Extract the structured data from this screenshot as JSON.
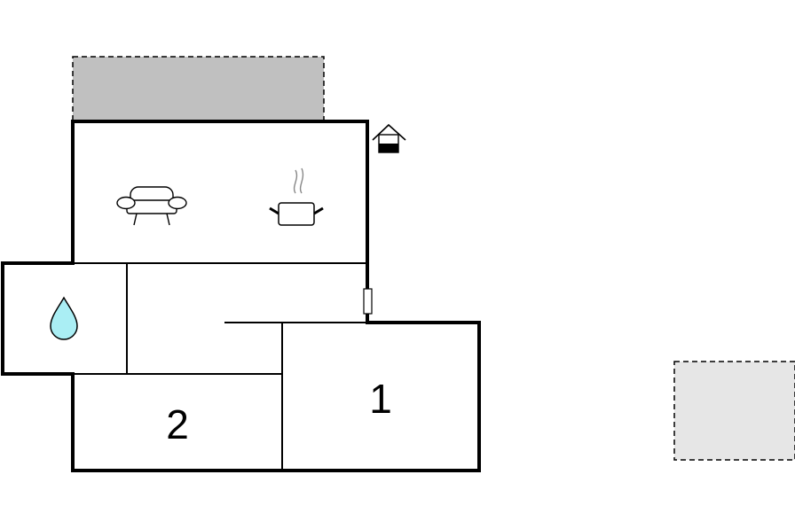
{
  "floorplan": {
    "rooms": [
      {
        "id": "living-kitchen",
        "icons": [
          "sofa-icon",
          "cooking-pot-icon"
        ]
      },
      {
        "id": "bathroom",
        "icons": [
          "water-drop-icon"
        ]
      },
      {
        "id": "hallway",
        "icons": []
      },
      {
        "id": "bedroom-1",
        "label": "1"
      },
      {
        "id": "bedroom-2",
        "label": "2"
      }
    ],
    "outdoor_areas": [
      "terrace-area",
      "parking-area"
    ],
    "markers": [
      "entrance-icon",
      "door-icon"
    ],
    "colors": {
      "wall": "#000000",
      "terrace_fill": "#c0c0c0",
      "parking_fill": "#e6e6e6",
      "water_fill": "#aaeef4",
      "background": "#ffffff"
    }
  }
}
